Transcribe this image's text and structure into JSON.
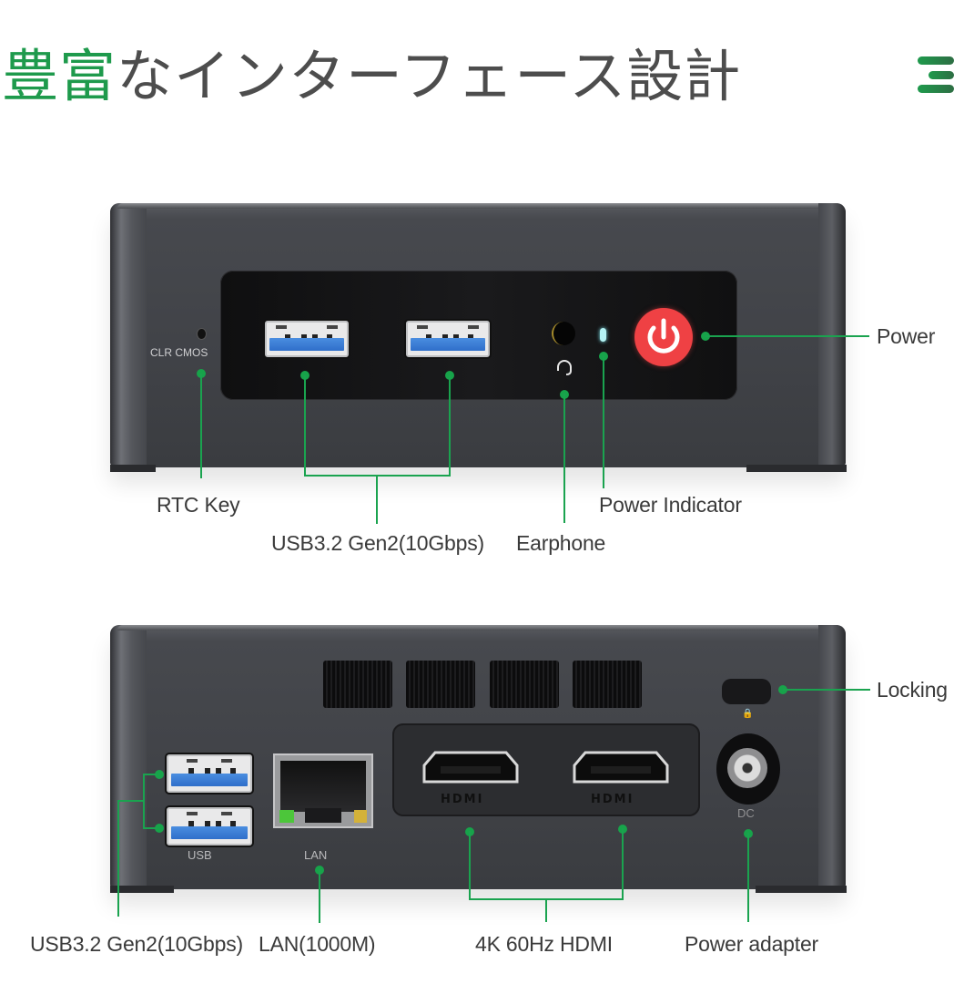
{
  "header": {
    "title_accent": "豊富",
    "title_rest": "なインターフェース設計",
    "accent_color": "#1e9a4c",
    "menu_icon": "hamburger-menu-icon"
  },
  "front_view": {
    "device_markings": {
      "clr_cmos": "CLR  CMOS"
    },
    "callouts": {
      "power": "Power",
      "rtc_key": "RTC Key",
      "power_indicator": "Power Indicator",
      "usb": "USB3.2 Gen2(10Gbps)",
      "earphone": "Earphone"
    },
    "colors": {
      "power_button": "#ef4144",
      "indicator": "#b5f3f5",
      "usb_blue": "#3b7fd6"
    }
  },
  "rear_view": {
    "device_markings": {
      "usb": "USB",
      "lan": "LAN",
      "hdmi_1": "HDMI",
      "hdmi_2": "HDMI",
      "dc": "DC",
      "lock_glyph": "🔒"
    },
    "callouts": {
      "locking": "Locking",
      "usb": "USB3.2 Gen2(10Gbps)",
      "lan": "LAN(1000M)",
      "hdmi": "4K 60Hz HDMI",
      "power_adapter": "Power adapter"
    }
  },
  "callout_line_color": "#1aa34f"
}
